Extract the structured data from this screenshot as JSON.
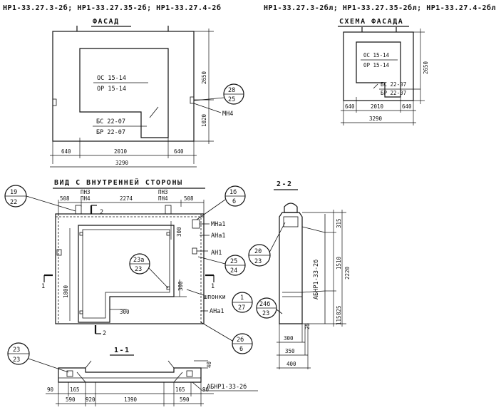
{
  "titles": {
    "top_left": "НР1-33.27.3-2б; НР1-33.27.35-2б; НР1-33.27.4-2б",
    "top_right": "НР1-33.27.3-2бл; НР1-33.27.35-2бл; НР1-33.27.4-2бл",
    "facade": "ФАСАД",
    "facade_scheme": "СХЕМА ФАСАДА",
    "inner_view": "ВИД С ВНУТРЕННЕЙ СТОРОНЫ",
    "section_22": "2-2",
    "section_11": "1-1"
  },
  "facade": {
    "window_top": "ОС 15-14",
    "window_bottom": "ОР 15-14",
    "door_top": "БС 22-07",
    "door_bottom": "БР 22-07",
    "dim_height": "2650",
    "dim_door": "1020",
    "dim_left": "640",
    "dim_mid": "2010",
    "dim_right": "640",
    "dim_total": "3290",
    "callout_top": "28",
    "callout_bottom": "25",
    "callout_label": "МН4"
  },
  "scheme": {
    "window_top": "ОС 15-14",
    "window_bottom": "ОР 15-14",
    "door_top": "БС 22-07",
    "door_bottom": "БР 22-07",
    "dim_height": "2650",
    "dim_left": "640",
    "dim_mid": "2010",
    "dim_right": "640",
    "dim_total": "3290"
  },
  "inner": {
    "dim_top_left": "508",
    "dim_top_mid": "2274",
    "dim_top_right": "508",
    "pn_left_top": "ПН3",
    "pn_left_bottom": "ПН4",
    "pn_right_top": "ПН3",
    "pn_right_bottom": "ПН4",
    "dim_left": "1800",
    "dim_300_a": "300",
    "dim_300_b": "300",
    "dim_300_c": "300",
    "section_mark": "2",
    "section_mark_1": "1",
    "callout_left_top": "19",
    "callout_left_bottom": "22",
    "callout_rt_top": "1б",
    "callout_rt_bottom": "6",
    "label_mna1": "МНа1",
    "label_ana1": "АНа1",
    "label_an1": "АН1",
    "callout_mid_top": "23а",
    "callout_mid_bottom": "23",
    "callout_r2_top": "25",
    "callout_r2_bottom": "24",
    "label_shponki": "шпонки",
    "callout_r3_top": "1",
    "callout_r3_bottom": "27",
    "label_ana1_b": "АНа1",
    "callout_rb_top": "2б",
    "callout_rb_bottom": "6"
  },
  "sec22": {
    "dim_315": "315",
    "dim_1510": "1510",
    "dim_2220": "2220",
    "dim_825": "825",
    "dim_115": "115",
    "dim_25": "25",
    "label": "АБНР1-33-2б",
    "callout_left_top": "20",
    "callout_left_bottom": "23",
    "callout_lb_top": "24б",
    "callout_lb_bottom": "23",
    "dim_300": "300",
    "dim_350": "350",
    "dim_400": "400"
  },
  "sec11": {
    "callout_top": "23",
    "callout_bottom": "23",
    "dim_40": "40",
    "dim_90_l": "90",
    "dim_165_l": "165",
    "dim_590_l": "590",
    "dim_920": "920",
    "dim_1390": "1390",
    "dim_165_r": "165",
    "dim_90_r": "90",
    "dim_590_r": "590",
    "label": "АБНР1-33-2б"
  }
}
